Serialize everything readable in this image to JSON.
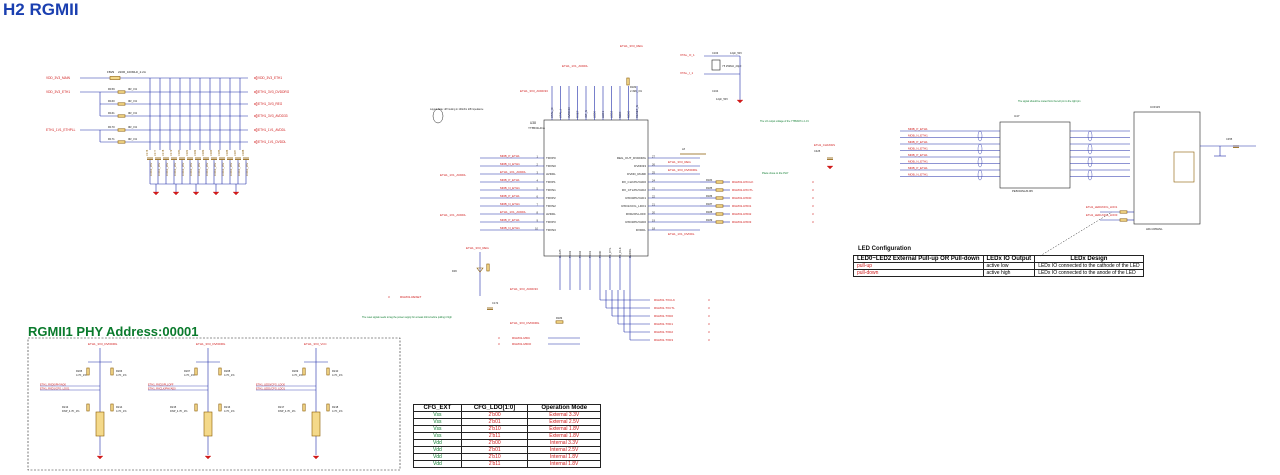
{
  "titles": {
    "main": "H2 RGMII",
    "phy": "RGMII1 PHY Address:00001"
  },
  "colors": {
    "net": "#d01b1b",
    "wire": "#1e2aa8",
    "comp": "#8a5a00",
    "gnd": "#d01b1b",
    "text": "#222222",
    "note": "#0a7a2c"
  },
  "power_section": {
    "fb_ref": "FB29",
    "fb_val": "220R_100MHz_2.2A",
    "nets_left": [
      "VDD_3V3_MAIN",
      "VDD_3V3_ETH1",
      "ETH1_1V1_ETHPLL"
    ],
    "nets_right": [
      "VDD_3V3_ETH1",
      "ETH1_3V3_DVDDRG",
      "ETH1_3V3_REG",
      "ETH1_3V3_AVDD33",
      "ETH1_1V1_AVDDL",
      "ETH1_1V1_DVDDL"
    ],
    "resistors": [
      "R159",
      "R160",
      "R161",
      "R170",
      "R171"
    ],
    "res_val": "0R_1%",
    "caps": [
      "C176",
      "C177",
      "C178",
      "C179",
      "C180",
      "C181",
      "C182",
      "C183",
      "C184",
      "C185",
      "C186",
      "C187",
      "C188"
    ],
    "cap_val": "100nF_16V"
  },
  "chip": {
    "ref": "U38",
    "part": "YT8531HCA",
    "left_pins": [
      "TRXP0",
      "TRXN0",
      "AVDDL",
      "TRXP1",
      "TRXN1",
      "TRXP2",
      "TRXN2",
      "AVDDL",
      "TRXP3",
      "TRXN3"
    ],
    "left_pin_nums": [
      "1",
      "2",
      "3",
      "4",
      "5",
      "6",
      "7",
      "8",
      "9",
      "10"
    ],
    "left_nets": [
      "MDB_P_ETH1",
      "MDB_N_ETH1",
      "ETH1_1V1_AVDDL",
      "MDB_P_ETH1",
      "MDB_N_ETH1",
      "MDB_P_ETH1",
      "MDB_N_ETH1",
      "ETH1_1V1_AVDDL",
      "MDB_P_ETH1",
      "MDB_N_ETH1"
    ],
    "right_pins": [
      "REG_OUT_DVDDRG",
      "DVDD33",
      "DVDD_RGMII",
      "RX_CLK/PHYAD0",
      "RX_CTL/PHYAD2",
      "RXD0/PHYAD1",
      "RXD1/CFG_LDO1",
      "RXD2/PLLOFF",
      "RXD3/PHYAD0",
      "DVDDL"
    ],
    "right_pin_nums": [
      "27",
      "26",
      "25",
      "24",
      "23",
      "22",
      "21",
      "20",
      "19",
      "18"
    ],
    "right_resistors": [
      "R184",
      "R185",
      "R186",
      "R187",
      "R188",
      "R189"
    ],
    "right_nets": [
      "RGMII1-RXCLK",
      "RGMII1-RXCTL",
      "RGMII1-RXD0",
      "RGMII1-RXD1",
      "RGMII1-RXD2",
      "RGMII1-RXD3"
    ],
    "top_pins": [
      "XTAL_O",
      "XTAL_I",
      "AVDD33",
      "RSET",
      "INT_N",
      "LED0",
      "LED1",
      "LED2",
      "MDC",
      "MDIO",
      "RESET_N"
    ],
    "bottom_pins": [
      "CLK25",
      "TXD3",
      "TXD2",
      "TXD1",
      "TXD0",
      "TX_CTL",
      "TX_CLK",
      "DVDDL"
    ],
    "bottom_nets": [
      "RGMII1-TXCLK",
      "RGMII1-TXCTL",
      "RGMII1-TXD0",
      "RGMII1-TXD1",
      "RGMII1-TXD2",
      "RGMII1-TXD3"
    ],
    "mdio_nets": [
      "RGMII1-MDC",
      "RGMII1-MDIO"
    ],
    "reset_net": "RGMII1-RESET"
  },
  "crystal": {
    "ref": "Y5",
    "val": "25MHz_20pF",
    "caps": [
      "C163",
      "C164"
    ],
    "cap_val": "12pF_50V",
    "nets": [
      "XTAL_O_1",
      "XTAL_I_1"
    ],
    "res": "R182",
    "res_val": "2.49K_1%"
  },
  "notes": {
    "layout": "Layout Note: diff routing in 100ohm diff impedance",
    "crystal": "The LO output voltage of the YT8531H is 1.1V",
    "close": "Place close to the PHY",
    "reset": "The reset signal needs to lag the power supply for at least 10ms before pulling it high",
    "magnetics": "The signal should be routed from the left pin to the right pin",
    "regulator": "ETH1_3V3_REG"
  },
  "transformer": {
    "ref": "U47",
    "part": "PE5004NL/RJ45",
    "left_nets": [
      "MDB_P_ETH1",
      "MDB_N_ETH1",
      "MDB_P_ETH1",
      "MDB_N_ETH1",
      "MDB_P_ETH1",
      "MDB_N_ETH1",
      "MDB_P_ETH1",
      "MDB_N_ETH1"
    ],
    "right_labels": [
      "TD1+",
      "TD1-",
      "TD2+",
      "TD2-",
      "TD3+",
      "TD3-",
      "TD4+",
      "TD4-"
    ],
    "led_nets": [
      "ETH1_LED0/CFG_LDO1",
      "ETH1_LED1/CFG_LDO0"
    ],
    "jack_ref": "CON15",
    "jack_part": "HRJ-005HNL"
  },
  "led_config": {
    "title": "LED Configuration",
    "headers": [
      "LED0~LED2 External Pull-up OR Pull-down",
      "LEDx IO Output",
      "LEDx Design"
    ],
    "rows": [
      [
        "pull-up",
        "active low",
        "LEDx IO connected to the cathode of the LED"
      ],
      [
        "pull-down",
        "active high",
        "LEDx IO connected to the anode of the LED"
      ]
    ]
  },
  "cfg_table": {
    "headers": [
      "CFG_EXT",
      "CFG_LDO[1:0]",
      "Operation Mode"
    ],
    "rows": [
      [
        "Vss",
        "2'b00",
        "External 3.3V"
      ],
      [
        "Vss",
        "2'b01",
        "External 2.5V"
      ],
      [
        "Vss",
        "2'b10",
        "External 1.8V"
      ],
      [
        "Vss",
        "2'b11",
        "External 1.8V"
      ],
      [
        "Vdd",
        "2'b00",
        "Internal 3.3V"
      ],
      [
        "Vdd",
        "2'b01",
        "Internal 2.5V"
      ],
      [
        "Vdd",
        "2'b10",
        "Internal 1.8V"
      ],
      [
        "Vdd",
        "2'b11",
        "Internal 1.8V"
      ]
    ]
  },
  "phy_addr": {
    "groups": [
      {
        "top_net": "ETH1_3V3_DVDDRG",
        "res": [
          "R205",
          "R206",
          "R213",
          "R214"
        ],
        "val": "4.7K_1%",
        "nets": [
          "ETH1_RXD0/PHYAD0",
          "ETH1_RXD1/CFG_LDO1"
        ]
      },
      {
        "top_net": "ETH1_3V3_DVDDRG",
        "res": [
          "R207",
          "R208",
          "R215",
          "R216"
        ],
        "val": "4.7K_1%",
        "nets": [
          "ETH1_RXD2/PLLOFF",
          "ETH1_RXCLK/PHYAD0"
        ]
      },
      {
        "top_net": "ETH1_3V3_VCC",
        "res": [
          "R209",
          "R210",
          "R217",
          "R218"
        ],
        "val": "4.7K_1%",
        "nets": [
          "ETH1_LED0/CFG_LDO0",
          "ETH1_LED1/CFG_LDO1"
        ]
      }
    ],
    "dnp": "DNP_4.7K_1%"
  }
}
